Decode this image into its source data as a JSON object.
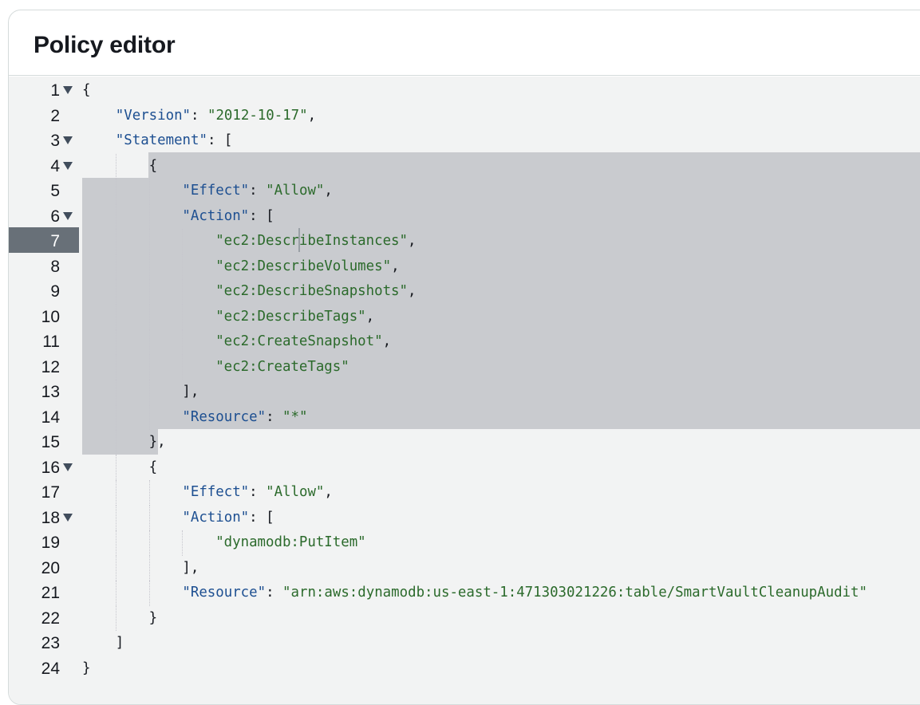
{
  "panel": {
    "title": "Policy editor"
  },
  "editor": {
    "active_line": 7,
    "lines": [
      {
        "n": "1",
        "fold": true,
        "indent": 0,
        "tokens": [
          {
            "t": "p",
            "v": "{"
          }
        ]
      },
      {
        "n": "2",
        "fold": false,
        "indent": 1,
        "tokens": [
          {
            "t": "k",
            "v": "\"Version\""
          },
          {
            "t": "p",
            "v": ": "
          },
          {
            "t": "s",
            "v": "\"2012-10-17\""
          },
          {
            "t": "p",
            "v": ","
          }
        ]
      },
      {
        "n": "3",
        "fold": true,
        "indent": 1,
        "tokens": [
          {
            "t": "k",
            "v": "\"Statement\""
          },
          {
            "t": "p",
            "v": ": ["
          }
        ]
      },
      {
        "n": "4",
        "fold": true,
        "indent": 2,
        "tokens": [
          {
            "t": "p",
            "v": "{"
          }
        ]
      },
      {
        "n": "5",
        "fold": false,
        "indent": 3,
        "tokens": [
          {
            "t": "k",
            "v": "\"Effect\""
          },
          {
            "t": "p",
            "v": ": "
          },
          {
            "t": "s",
            "v": "\"Allow\""
          },
          {
            "t": "p",
            "v": ","
          }
        ]
      },
      {
        "n": "6",
        "fold": true,
        "indent": 3,
        "tokens": [
          {
            "t": "k",
            "v": "\"Action\""
          },
          {
            "t": "p",
            "v": ": ["
          }
        ]
      },
      {
        "n": "7",
        "fold": false,
        "indent": 4,
        "tokens": [
          {
            "t": "s",
            "v": "\"ec2:DescribeInstances\""
          },
          {
            "t": "p",
            "v": ","
          }
        ]
      },
      {
        "n": "8",
        "fold": false,
        "indent": 4,
        "tokens": [
          {
            "t": "s",
            "v": "\"ec2:DescribeVolumes\""
          },
          {
            "t": "p",
            "v": ","
          }
        ]
      },
      {
        "n": "9",
        "fold": false,
        "indent": 4,
        "tokens": [
          {
            "t": "s",
            "v": "\"ec2:DescribeSnapshots\""
          },
          {
            "t": "p",
            "v": ","
          }
        ]
      },
      {
        "n": "10",
        "fold": false,
        "indent": 4,
        "tokens": [
          {
            "t": "s",
            "v": "\"ec2:DescribeTags\""
          },
          {
            "t": "p",
            "v": ","
          }
        ]
      },
      {
        "n": "11",
        "fold": false,
        "indent": 4,
        "tokens": [
          {
            "t": "s",
            "v": "\"ec2:CreateSnapshot\""
          },
          {
            "t": "p",
            "v": ","
          }
        ]
      },
      {
        "n": "12",
        "fold": false,
        "indent": 4,
        "tokens": [
          {
            "t": "s",
            "v": "\"ec2:CreateTags\""
          }
        ]
      },
      {
        "n": "13",
        "fold": false,
        "indent": 3,
        "tokens": [
          {
            "t": "p",
            "v": "],"
          }
        ]
      },
      {
        "n": "14",
        "fold": false,
        "indent": 3,
        "tokens": [
          {
            "t": "k",
            "v": "\"Resource\""
          },
          {
            "t": "p",
            "v": ": "
          },
          {
            "t": "s",
            "v": "\"*\""
          }
        ]
      },
      {
        "n": "15",
        "fold": false,
        "indent": 2,
        "tokens": [
          {
            "t": "p",
            "v": "},"
          }
        ]
      },
      {
        "n": "16",
        "fold": true,
        "indent": 2,
        "tokens": [
          {
            "t": "p",
            "v": "{"
          }
        ]
      },
      {
        "n": "17",
        "fold": false,
        "indent": 3,
        "tokens": [
          {
            "t": "k",
            "v": "\"Effect\""
          },
          {
            "t": "p",
            "v": ": "
          },
          {
            "t": "s",
            "v": "\"Allow\""
          },
          {
            "t": "p",
            "v": ","
          }
        ]
      },
      {
        "n": "18",
        "fold": true,
        "indent": 3,
        "tokens": [
          {
            "t": "k",
            "v": "\"Action\""
          },
          {
            "t": "p",
            "v": ": ["
          }
        ]
      },
      {
        "n": "19",
        "fold": false,
        "indent": 4,
        "tokens": [
          {
            "t": "s",
            "v": "\"dynamodb:PutItem\""
          }
        ]
      },
      {
        "n": "20",
        "fold": false,
        "indent": 3,
        "tokens": [
          {
            "t": "p",
            "v": "],"
          }
        ]
      },
      {
        "n": "21",
        "fold": false,
        "indent": 3,
        "tokens": [
          {
            "t": "k",
            "v": "\"Resource\""
          },
          {
            "t": "p",
            "v": ": "
          },
          {
            "t": "s",
            "v": "\"arn:aws:dynamodb:us-east-1:471303021226:table/SmartVaultCleanupAudit\""
          }
        ]
      },
      {
        "n": "22",
        "fold": false,
        "indent": 2,
        "tokens": [
          {
            "t": "p",
            "v": "}"
          }
        ]
      },
      {
        "n": "23",
        "fold": false,
        "indent": 1,
        "tokens": [
          {
            "t": "p",
            "v": "]"
          }
        ]
      },
      {
        "n": "24",
        "fold": false,
        "indent": 0,
        "tokens": [
          {
            "t": "p",
            "v": "}"
          }
        ]
      }
    ],
    "colors": {
      "key": "#1d4f91",
      "string": "#2b6a2b",
      "selection": "#c9cbcf",
      "active_gutter": "#687078",
      "editor_bg": "#f2f3f3"
    }
  }
}
